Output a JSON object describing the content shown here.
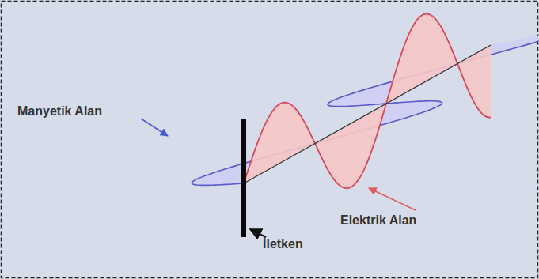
{
  "diagram": {
    "labels": [
      "Manyetik Alan",
      "Elektrik Alan",
      "İletken"
    ]
  }
}
